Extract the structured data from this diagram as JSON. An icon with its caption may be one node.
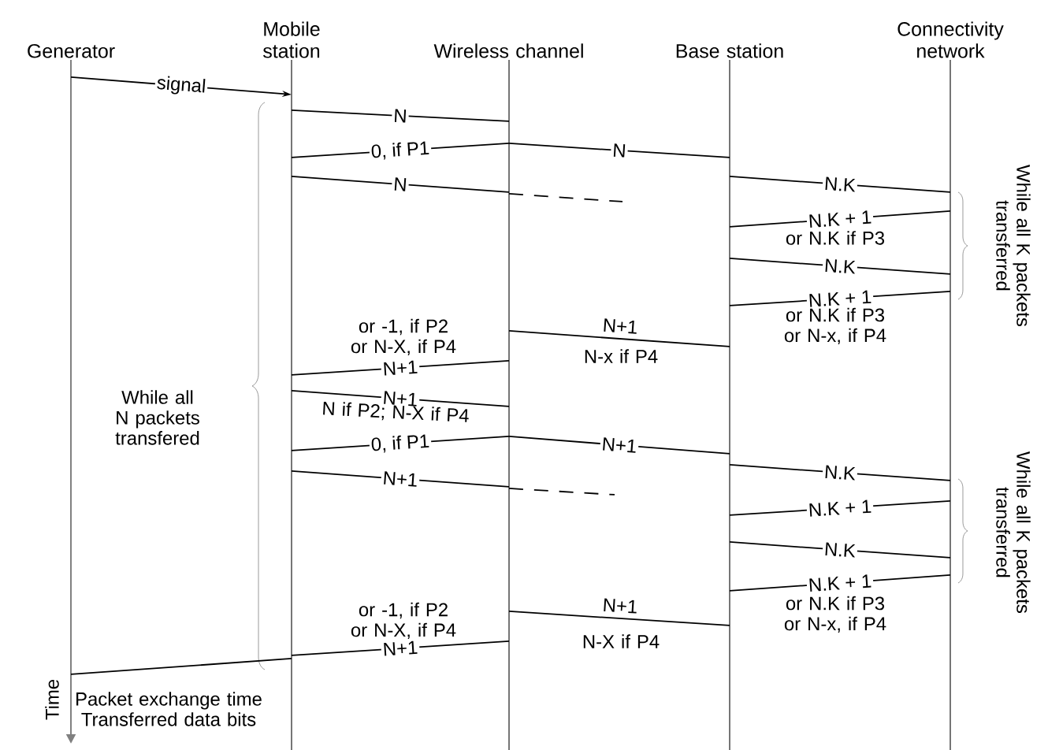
{
  "diagram": {
    "nodes": [
      {
        "text": [
          "Generator"
        ]
      },
      {
        "text": [
          "Mobile station"
        ]
      },
      {
        "text": [
          "Wireless channel"
        ]
      },
      {
        "text": [
          "Base station"
        ]
      },
      {
        "text": [
          "Connectivity network"
        ]
      }
    ],
    "edges": [
      {
        "from": 0,
        "to": 1,
        "arrow": "to",
        "label": "signal"
      },
      {
        "from": 1,
        "to": 2,
        "arrow": "none",
        "label": "N"
      },
      {
        "from": 2,
        "to": 1,
        "arrow": "none",
        "label": "0, if P1"
      },
      {
        "from": 2,
        "to": 3,
        "arrow": "none",
        "label": "N"
      },
      {
        "from": 1,
        "to": 2,
        "arrow": "none",
        "label": "N"
      },
      {
        "from": 2,
        "to": null,
        "arrow": "none",
        "style": "dashed"
      },
      {
        "from": 3,
        "to": 4,
        "arrow": "none",
        "label": "N.K"
      },
      {
        "from": 4,
        "to": 3,
        "arrow": "none",
        "label": "N.K + 1"
      },
      {
        "from": 3,
        "to": 4,
        "arrow": "none",
        "label": "N.K"
      },
      {
        "from": 4,
        "to": 3,
        "arrow": "none",
        "label": "N.K + 1"
      },
      {
        "from": 3,
        "to": 2,
        "arrow": "none",
        "label": "N+1"
      },
      {
        "from": 2,
        "to": 1,
        "arrow": "none",
        "label": "N+1"
      },
      {
        "from": 1,
        "to": 2,
        "arrow": "none",
        "label": "N+1"
      },
      {
        "from": 2,
        "to": 1,
        "arrow": "none",
        "label": "0, if P1"
      },
      {
        "from": 2,
        "to": 3,
        "arrow": "none",
        "label": "N+1"
      },
      {
        "from": 1,
        "to": 2,
        "arrow": "none",
        "label": "N+1"
      },
      {
        "from": 2,
        "to": null,
        "arrow": "none",
        "style": "dashed"
      },
      {
        "from": 3,
        "to": 4,
        "arrow": "none",
        "label": "N.K"
      },
      {
        "from": 4,
        "to": 3,
        "arrow": "none",
        "label": "N.K + 1"
      },
      {
        "from": 3,
        "to": 4,
        "arrow": "none",
        "label": "N.K"
      },
      {
        "from": 4,
        "to": 3,
        "arrow": "none",
        "label": "N.K + 1"
      },
      {
        "from": 3,
        "to": 2,
        "arrow": "none",
        "label": "N+1"
      },
      {
        "from": 2,
        "to": 1,
        "arrow": "none",
        "label": "N+1"
      },
      {
        "from": 1,
        "to": 0,
        "arrow": "none"
      }
    ],
    "labels": [
      "While all N packets transfered",
      "While all K packets transferred",
      "or N.K if P3",
      "or N.K if P3 or N-x, if P4",
      "N-x if P4",
      "or -1, if P2 or N-X, if P4",
      "N if P2; N-X if P4",
      "While all K packets transferred",
      "or N.K if P3 or N-x, if P4",
      "N-X if P4",
      "or -1, if P2 or N-X, if P4",
      "Time",
      "Packet exchange time Transferred data bits"
    ]
  }
}
